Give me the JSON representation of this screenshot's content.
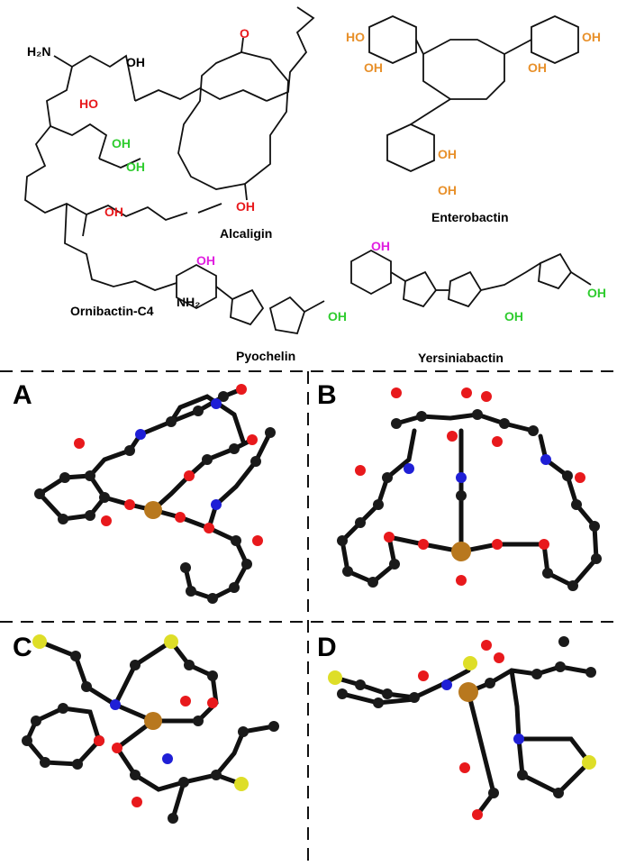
{
  "molecules": {
    "ornibactin": "Ornibactin-C4",
    "alcaligin": "Alcaligin",
    "enterobactin": "Enterobactin",
    "pyochelin": "Pyochelin",
    "yersiniabactin": "Yersiniabactin"
  },
  "panels": {
    "a": "A",
    "b": "B",
    "c": "C",
    "d": "D"
  },
  "atom_colors": {
    "carbon": "#1a1a1a",
    "oxygen": "#e8191c",
    "nitrogen": "#1f1fd6",
    "sulfur": "#dede28",
    "iron": "#b8781e",
    "ligand_oxygen_highlight": "#2fcc2f",
    "phenol_oxygen_orange": "#e8902a",
    "phenol_oxygen_magenta": "#e020e0",
    "nitrogen_cyan": "#20c8c8"
  }
}
